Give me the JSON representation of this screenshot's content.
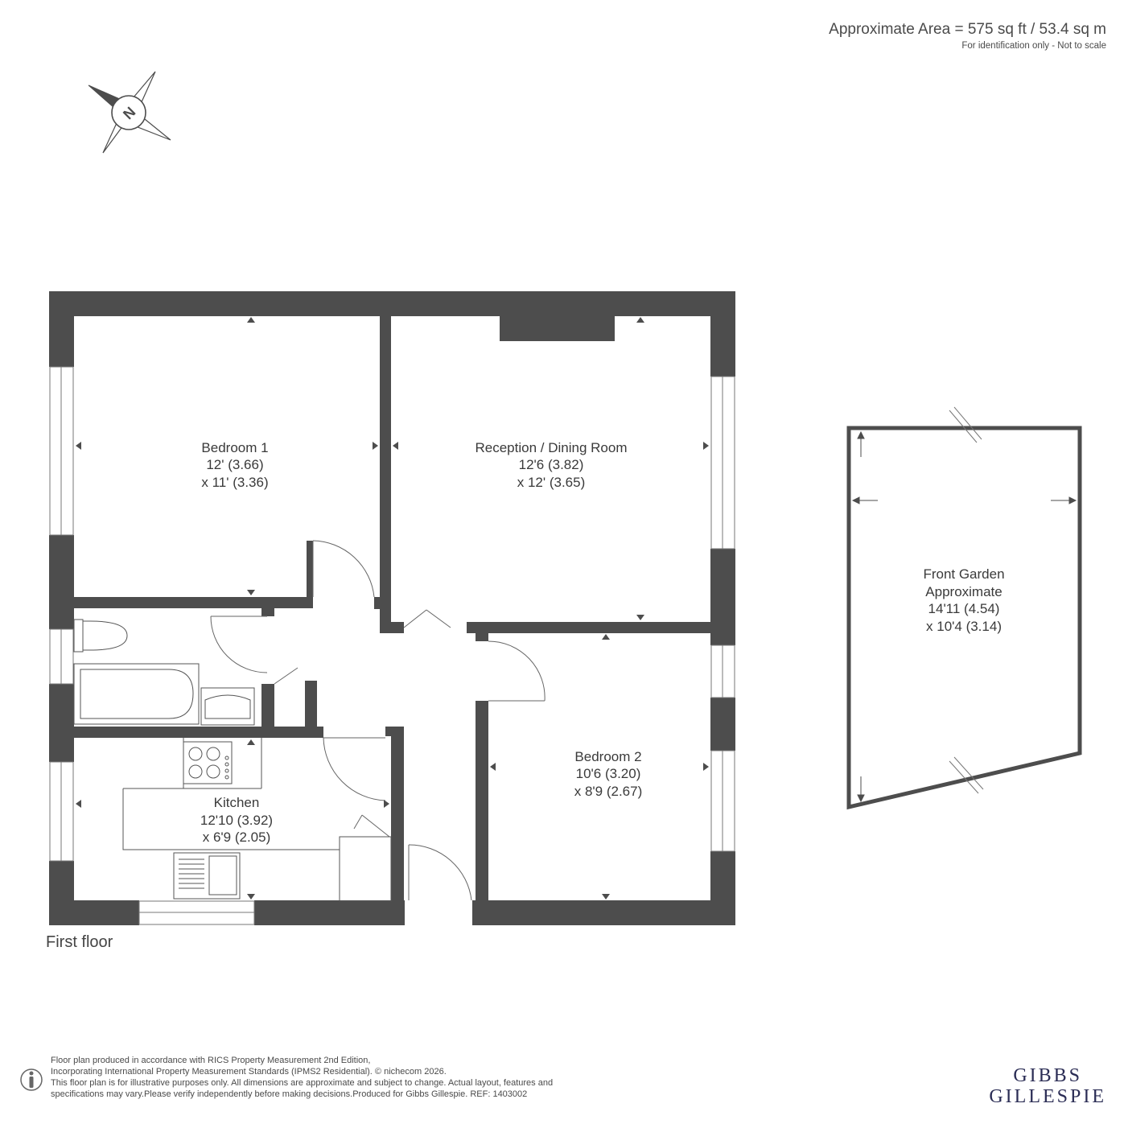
{
  "header": {
    "area": "Approximate Area = 575 sq ft / 53.4 sq m",
    "note": "For identification only - Not to scale"
  },
  "compass": {
    "letter": "N"
  },
  "rooms": {
    "bedroom1": {
      "name": "Bedroom 1",
      "dim1": "12' (3.66)",
      "dim2": "x 11' (3.36)"
    },
    "reception": {
      "name": "Reception / Dining Room",
      "dim1": "12'6 (3.82)",
      "dim2": "x 12' (3.65)"
    },
    "bedroom2": {
      "name": "Bedroom 2",
      "dim1": "10'6 (3.20)",
      "dim2": "x 8'9 (2.67)"
    },
    "kitchen": {
      "name": "Kitchen",
      "dim1": "12'10 (3.92)",
      "dim2": "x 6'9 (2.05)"
    },
    "garden": {
      "name": "Front Garden",
      "name2": "Approximate",
      "dim1": "14'11 (4.54)",
      "dim2": "x 10'4 (3.14)"
    }
  },
  "floor_label": "First floor",
  "footer": {
    "line1": "Floor plan produced in accordance with RICS Property Measurement 2nd Edition,",
    "line2": "Incorporating International Property Measurement Standards (IPMS2 Residential).   © nichecom 2026.",
    "line3": "This floor plan is for illustrative purposes only. All dimensions are approximate and subject to change. Actual layout, features and",
    "line4": "specifications may vary.Please verify independently before making decisions.Produced for Gibbs Gillespie.   REF: 1403002"
  },
  "brand": {
    "line1": "GIBBS",
    "line2": "GILLESPIE"
  },
  "colors": {
    "wall": "#4d4d4d",
    "fixture": "#555555",
    "brand": "#2b2d55"
  }
}
